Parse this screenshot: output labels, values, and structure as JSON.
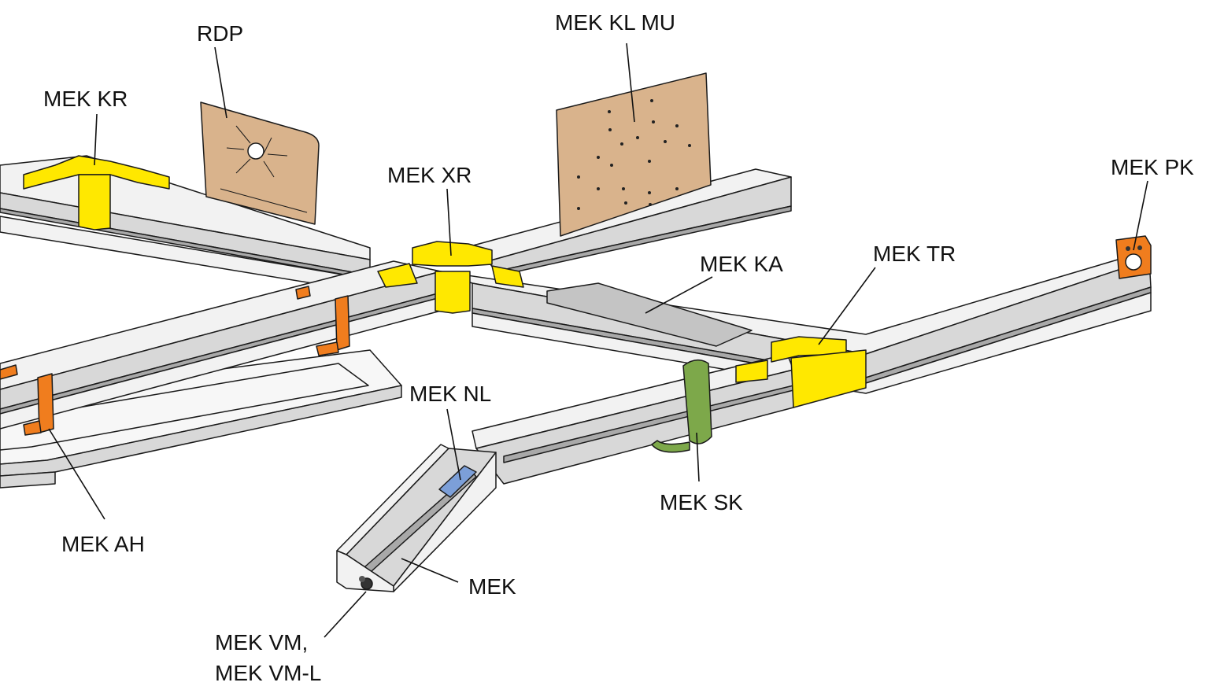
{
  "diagram": {
    "labels": {
      "rdp": "RDP",
      "mek_kl_mu": "MEK KL MU",
      "mek_kr": "MEK KR",
      "mek_xr": "MEK XR",
      "mek_pk": "MEK PK",
      "mek_ka": "MEK KA",
      "mek_tr": "MEK TR",
      "mek_nl": "MEK NL",
      "mek_sk": "MEK SK",
      "mek_ah": "MEK AH",
      "mek": "MEK",
      "mek_vm_line1": "MEK VM,",
      "mek_vm_line2": "MEK VM-L"
    },
    "colors": {
      "rail_top": "#f2f2f2",
      "rail_face": "#d8d8d8",
      "rail_dark": "#a9a9a9",
      "connector_yellow": "#ffe800",
      "hanger_orange": "#f07d1e",
      "plate_tan": "#d9b38c",
      "cover_gray": "#c4c4c4",
      "clamp_green": "#7da84a",
      "nut_blue": "#7c9fd8",
      "tray_white": "#f7f7f7"
    }
  }
}
